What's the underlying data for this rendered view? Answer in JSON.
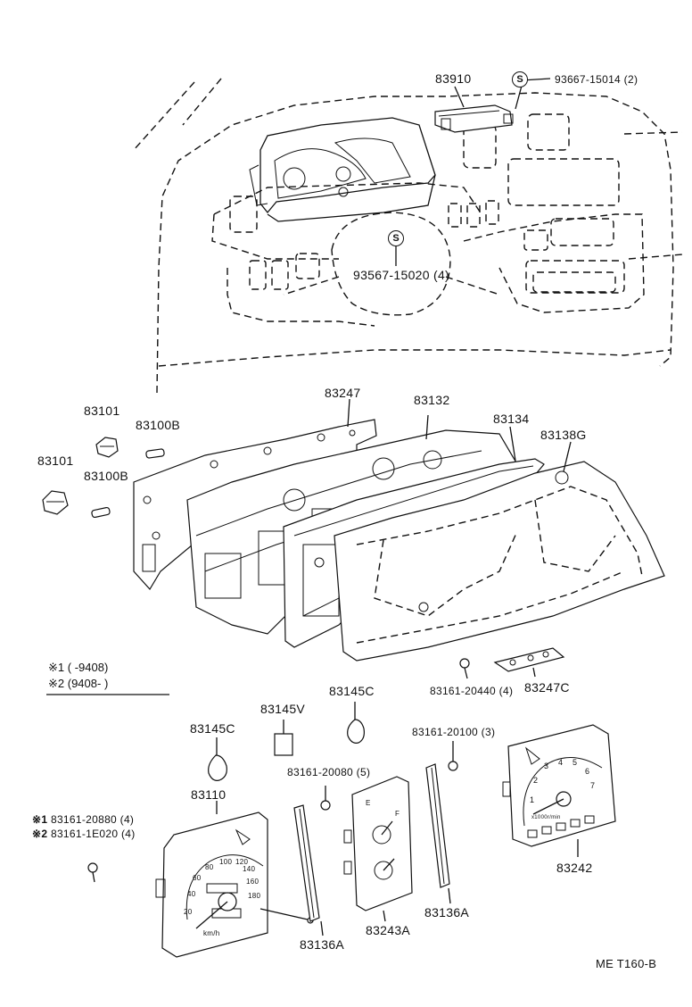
{
  "parts": {
    "p83910": "83910",
    "p93667_15014": "93667-15014 (2)",
    "p93567_15020": "93567-15020 (4)",
    "p83101_a": "83101",
    "p83100b_a": "83100B",
    "p83101_b": "83101",
    "p83100b_b": "83100B",
    "p83247": "83247",
    "p83132": "83132",
    "p83134": "83134",
    "p83138g": "83138G",
    "p83145c_a": "83145C",
    "p83145v": "83145V",
    "p83145c_b": "83145C",
    "p83161_20440": "83161-20440 (4)",
    "p83247c": "83247C",
    "p83161_20100": "83161-20100 (3)",
    "p83161_20080": "83161-20080 (5)",
    "p83110": "83110",
    "p83242": "83242",
    "p83243a": "83243A",
    "p83136a_a": "83136A",
    "p83136a_b": "83136A"
  },
  "screw_mark": "S",
  "notes": {
    "n1_mark": "※1",
    "n1_text": "(      -9408)",
    "n2_mark": "※2",
    "n2_text": "(9408-       )",
    "s1_mark": "※1",
    "s1_text": "83161-20880 (4)",
    "s2_mark": "※2",
    "s2_text": "83161-1E020 (4)"
  },
  "gauge_labels": {
    "speedo_unit": "km/h",
    "speedo_ticks": [
      "20",
      "40",
      "60",
      "80",
      "100",
      "120",
      "140",
      "160",
      "180"
    ],
    "tacho_ticks": [
      "1",
      "2",
      "3",
      "4",
      "5",
      "6",
      "7"
    ],
    "tacho_unit": "x1000r/min",
    "fuel_e": "E",
    "fuel_f": "F"
  },
  "footer": "ME  T160-B"
}
